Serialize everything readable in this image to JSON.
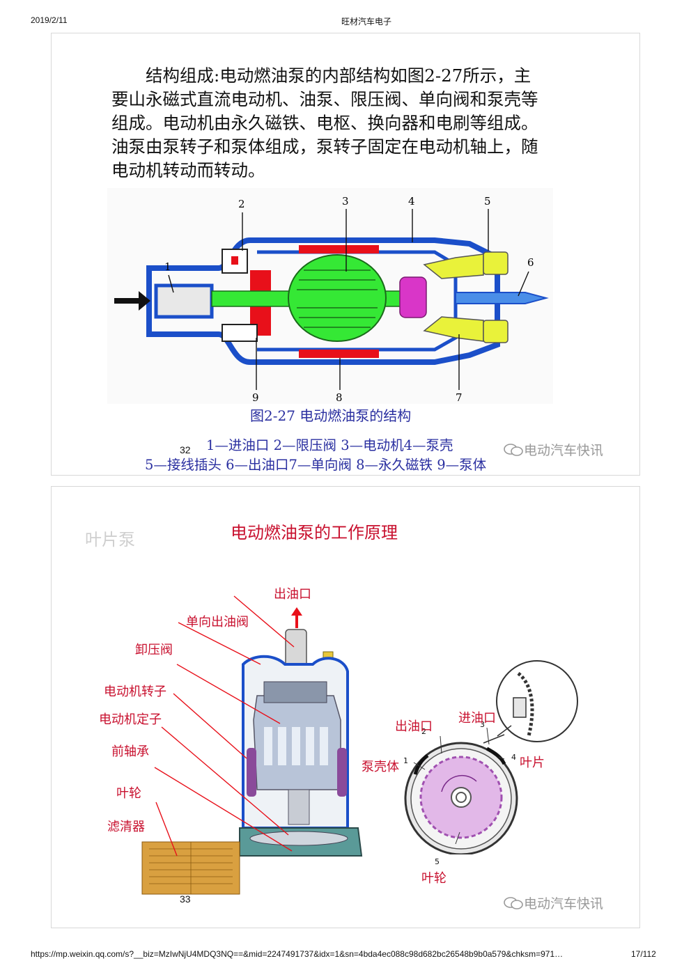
{
  "page_header": {
    "date": "2019/2/11",
    "title": "旺材汽车电子"
  },
  "slide1": {
    "paragraph": [
      "结构组成:电动燃油泵的内部结构如图2-27所示，主",
      "要山永磁式直流电动机、油泵、限压阀、单向阀和泵壳等",
      "组成。电动机由永久磁铁、电枢、换向器和电刷等组成。",
      "油泵由泵转子和泵体组成，泵转子固定在电动机轴上，随",
      "电动机转动而转动。"
    ],
    "callout_numbers": [
      "1",
      "2",
      "3",
      "4",
      "5",
      "6",
      "7",
      "8",
      "9"
    ],
    "figure_caption": "图2-27  电动燃油泵的结构",
    "legend_line1": "1—进油口 2—限压阀 3—电动机4—泵壳",
    "legend_line2": "5—接线插头 6—出油口7—单向阀  8—永久磁铁 9—泵体",
    "page_number": "32",
    "watermark": "电动汽车快讯"
  },
  "slide2": {
    "title": "电动燃油泵的工作原理",
    "corner_label": "叶片泵",
    "left_labels": {
      "outlet": "出油口",
      "check_valve": "单向出油阀",
      "relief_valve": "卸压阀",
      "rotor": "电动机转子",
      "stator": "电动机定子",
      "bearing": "前轴承",
      "impeller": "叶轮",
      "filter": "滤清器"
    },
    "right_labels": {
      "outlet": "出油口",
      "inlet": "进油口",
      "housing": "泵壳体",
      "vane": "叶片",
      "impeller": "叶轮"
    },
    "right_numbers": [
      "1",
      "2",
      "3",
      "4",
      "5"
    ],
    "page_number": "33",
    "watermark": "电动汽车快讯"
  },
  "page_footer": {
    "url": "https://mp.weixin.qq.com/s?__biz=MzIwNjU4MDQ3NQ==&mid=2247491737&idx=1&sn=4bda4ec088c98d682bc26548b9b0a579&chksm=971…",
    "page": "17/112"
  },
  "colors": {
    "housing_blue": "#1b4fc9",
    "magnet_red": "#e8101a",
    "armature_green": "#35e835",
    "commutator_magenta": "#d936c8",
    "connector_yellow": "#e9f23a",
    "legend_blue": "#2a2fa0",
    "title_red": "#c8102e",
    "label_red": "#c8102e"
  }
}
